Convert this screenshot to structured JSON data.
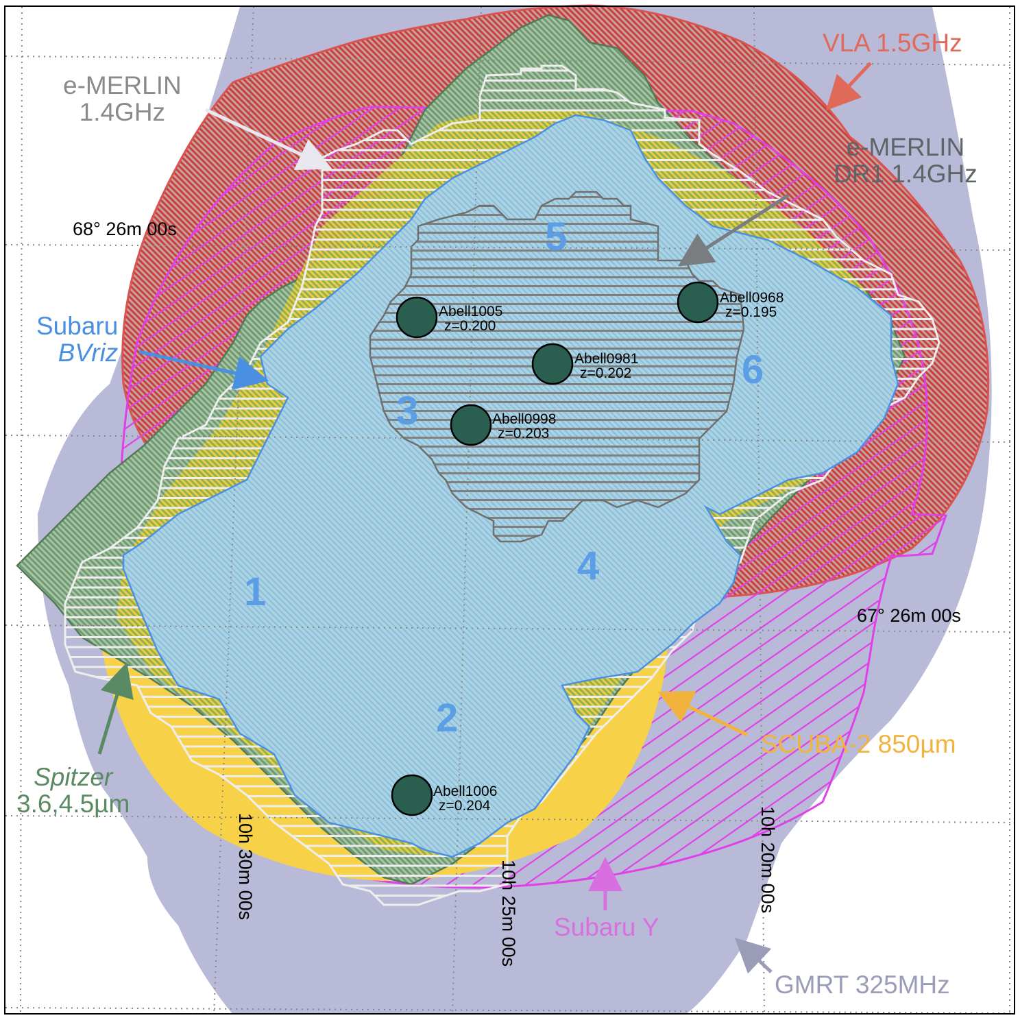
{
  "figure": {
    "title": "",
    "description": "Survey footprint map with overlapping instrument coverage regions and galaxy clusters"
  },
  "colors": {
    "gmrt": "#b9bad8",
    "vla": "#d9534f",
    "emerlin": "#e8e8e8",
    "emerlin_dr1": "#6f6f6f",
    "subaru_bvriz": "#5b9ee6",
    "subaru_y": "#e040e8",
    "scuba2": "#f7c948",
    "spitzer": "#4f8a5b",
    "cluster_fill": "#2a5e4f",
    "grid": "#888888"
  },
  "instruments": [
    {
      "id": "vla",
      "label_lines": [
        "VLA 1.5GHz"
      ],
      "color": "#e06a5a"
    },
    {
      "id": "emerlin",
      "label_lines": [
        "e-MERLIN",
        "1.4GHz"
      ],
      "color": "#8a8a8a"
    },
    {
      "id": "emerlin_dr1",
      "label_lines": [
        "e-MERLIN",
        "DR1 1.4GHz"
      ],
      "color": "#5f6466"
    },
    {
      "id": "subaru_bvriz",
      "label_lines": [
        "Subaru",
        "BVriz"
      ],
      "color": "#4a90e2"
    },
    {
      "id": "spitzer",
      "label_lines": [
        "Spitzer",
        "3.6,4.5µm"
      ],
      "color": "#5a8a64"
    },
    {
      "id": "scuba2",
      "label_lines": [
        "SCUBA-2 850µm"
      ],
      "color": "#f2b33d"
    },
    {
      "id": "subaru_y",
      "label_lines": [
        "Subaru Y"
      ],
      "color": "#d86fe0"
    },
    {
      "id": "gmrt",
      "label_lines": [
        "GMRT 325MHz"
      ],
      "color": "#9a9cb8"
    }
  ],
  "axes": {
    "dec_labels": [
      "68° 26m 00s",
      "67° 26m 00s"
    ],
    "ra_labels": [
      "10h 30m 00s",
      "10h 25m 00s",
      "10h 20m 00s"
    ]
  },
  "regions": [
    "1",
    "2",
    "3",
    "4",
    "5",
    "6"
  ],
  "clusters": [
    {
      "name": "Abell1005",
      "z": "z=0.200"
    },
    {
      "name": "Abell0968",
      "z": "z=0.195"
    },
    {
      "name": "Abell0981",
      "z": "z=0.202"
    },
    {
      "name": "Abell0998",
      "z": "z=0.203"
    },
    {
      "name": "Abell1006",
      "z": "z=0.204"
    }
  ]
}
